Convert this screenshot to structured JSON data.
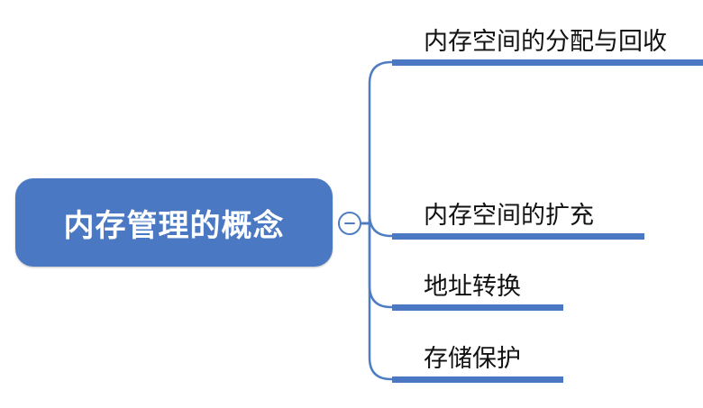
{
  "diagram": {
    "root": {
      "label": "内存管理的概念"
    },
    "children": [
      {
        "label": "内存空间的分配与回收"
      },
      {
        "label": "内存空间的扩充"
      },
      {
        "label": "地址转换"
      },
      {
        "label": "存储保护"
      }
    ],
    "collapse_toggle": {
      "icon": "minus-icon"
    },
    "colors": {
      "root_fill": "#4a78c2",
      "connector": "#4f7dc4",
      "underline": "#4a78c2",
      "text": "#111111"
    }
  }
}
